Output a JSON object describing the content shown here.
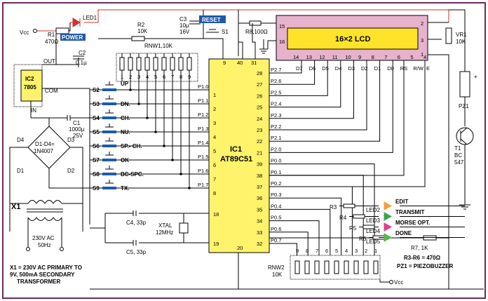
{
  "colors": {
    "background": "#ffffff",
    "border": "#6b2b5e",
    "ic_fill": "#fff36b",
    "lcd_fill": "#ffe32a",
    "lcd_frame": "#e6b2cc",
    "button_fill": "#1e5aa8",
    "power_wire": "#d0312d"
  },
  "power": {
    "vcc": "Vcc",
    "r1": "R1",
    "r1_val": "470Ω",
    "led1": "LED1",
    "power_btn": "POWER",
    "c2": "C2",
    "c2_val": "0.1µ",
    "ic2": "IC2",
    "ic2_part": "7805",
    "out": "OUT",
    "com": "COM",
    "in": "IN",
    "c1": "C1",
    "c1_val1": "1000µ",
    "c1_val2": "25V",
    "d4": "D4",
    "d3": "D3",
    "d1": "D1",
    "d2": "D2",
    "diodes": "D1-D4=",
    "diodes_part": "1N4007"
  },
  "transformer": {
    "x1": "X1",
    "ac": "230V AC",
    "hz": "50Hz",
    "note1": "X1 = 230V AC PRIMARY TO",
    "note2": "9V, 500mA SECONDARY",
    "note3": "TRANSFORMER"
  },
  "top": {
    "r2": "R2",
    "r2_val": "10K",
    "rnw1": "RNW1,10K",
    "c3": "C3",
    "c3_val1": "10µ",
    "c3_val2": "16V",
    "reset": "RESET",
    "s1": "S1",
    "r8": "R8,100Ω"
  },
  "switches": [
    {
      "id": "S2",
      "name": "UP"
    },
    {
      "id": "S3",
      "name": "DN."
    },
    {
      "id": "S4",
      "name": "CH."
    },
    {
      "id": "S5",
      "name": "NU."
    },
    {
      "id": "S6",
      "name": "SP.- CH."
    },
    {
      "id": "S7",
      "name": "OK"
    },
    {
      "id": "S8",
      "name": "BC-SPC."
    },
    {
      "id": "S9",
      "name": "TX."
    }
  ],
  "rnw1_pins": [
    "1",
    "2",
    "3",
    "4",
    "5",
    "6",
    "7",
    "8",
    "9"
  ],
  "ic1": {
    "name": "IC1",
    "part": "AT89C51",
    "top_pins": [
      "9",
      "40",
      "31"
    ],
    "bottom_pin": "20",
    "left_labels": [
      "P1.0",
      "P1.1",
      "P1.2",
      "P1.3",
      "P1.4",
      "P1.5",
      "P1.6",
      "P1.7"
    ],
    "left_nums": [
      "1",
      "2",
      "3",
      "4",
      "5",
      "6",
      "7",
      "8"
    ],
    "xtal_pins": [
      "18",
      "19"
    ],
    "right_labels": [
      "P2.7",
      "P2.6",
      "P2.5",
      "P2.4",
      "P2.3",
      "P2.2",
      "P2.1",
      "P2.0",
      "P0.0",
      "P0.1",
      "P0.2",
      "P0.3",
      "P0.4",
      "P0.5",
      "P0.6",
      "P0.7"
    ],
    "right_nums": [
      "28",
      "27",
      "26",
      "25",
      "24",
      "23",
      "22",
      "21",
      "39",
      "38",
      "37",
      "36",
      "35",
      "34",
      "33",
      "32"
    ]
  },
  "xtal": {
    "c4": "C4, 33p",
    "c5": "C5, 33p",
    "xtal": "XTAL",
    "freq": "12MHz"
  },
  "lcd": {
    "title": "16×2 LCD",
    "left_pins": [
      "15",
      "16"
    ],
    "right_pins": [
      "2",
      "3",
      "1"
    ],
    "bottom_pins": [
      "14",
      "13",
      "12",
      "11",
      "10",
      "9",
      "8",
      "7",
      "6",
      "5",
      "4"
    ],
    "bottom_labels": [
      "D7",
      "D6",
      "D5",
      "D4",
      "D3",
      "D2",
      "D1",
      "D0",
      "RS",
      "R/W",
      "E"
    ],
    "vr1": "VR1",
    "vr1_val": "10K"
  },
  "leds": [
    {
      "r": "R3",
      "led": "LED2",
      "label": "EDIT",
      "color": "#f2a23a"
    },
    {
      "r": "R4",
      "led": "LED3",
      "label": "TRANSMIT",
      "color": "#3aa64a"
    },
    {
      "r": "R5",
      "led": "LED4",
      "label": "MORSE OPT.",
      "color": "#e23c8e"
    },
    {
      "r": "R6",
      "led": "LED5",
      "label": "DONE",
      "color": "#57b846"
    }
  ],
  "right": {
    "r7": "R7, 1K",
    "note_r": "R3-R6 = 470Ω",
    "note_pz": "PZ1 = PIEZOBUZZER",
    "pz1": "PZ1",
    "t1": "T1",
    "t1_type": "BC",
    "t1_num": "547",
    "plus": "+"
  },
  "rnw2": {
    "name": "RNW2",
    "val": "10K",
    "pins": [
      "9",
      "8",
      "7",
      "6",
      "5",
      "4",
      "3",
      "2",
      "1"
    ],
    "vcc": "Vcc"
  }
}
